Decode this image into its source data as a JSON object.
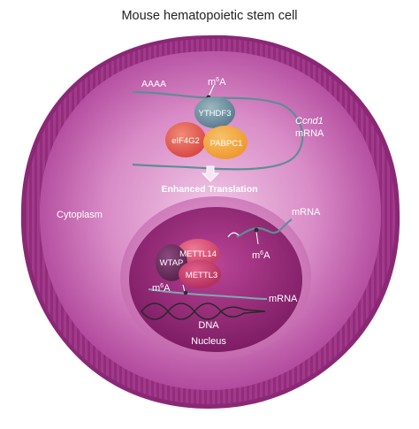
{
  "title": "Mouse hematopoietic stem cell",
  "labels": {
    "poly_a": "AAAA",
    "m6a_top": "m",
    "m6a_top_sup": "6",
    "m6a_top_rest": "A",
    "ythdf3": "YTHDF3",
    "eif4g2": "eIF4G2",
    "pabpc1": "PABPC1",
    "ccnd1": "Ccnd1",
    "ccnd1_mrna": "mRNA",
    "enhanced_translation": "Enhanced Translation",
    "cytoplasm": "Cytoplasm",
    "mrna_export": "mRNA",
    "m6a_export_m": "m",
    "m6a_export_sup": "6",
    "m6a_export_a": "A",
    "mettl14": "METTL14",
    "wtap": "WTAP",
    "mettl3": "METTL3",
    "m6a_nuc_m": "m",
    "m6a_nuc_sup": "6",
    "m6a_nuc_a": "A",
    "mrna_nuc": "mRNA",
    "dna": "DNA",
    "nucleus": "Nucleus"
  },
  "colors": {
    "membrane": "#8e2a78",
    "cytoplasm_center": "#e8b6dc",
    "cytoplasm_edge": "#b94fa6",
    "nucleus": "#9c2c7e",
    "ythdf3": "#6a8c9a",
    "eif4g2": "#e4564e",
    "pabpc1": "#f2a13b",
    "mettl14": "#d94a72",
    "wtap": "#6a2a5e",
    "mettl3": "#c7356a",
    "rna_strand": "#5f8d96"
  }
}
